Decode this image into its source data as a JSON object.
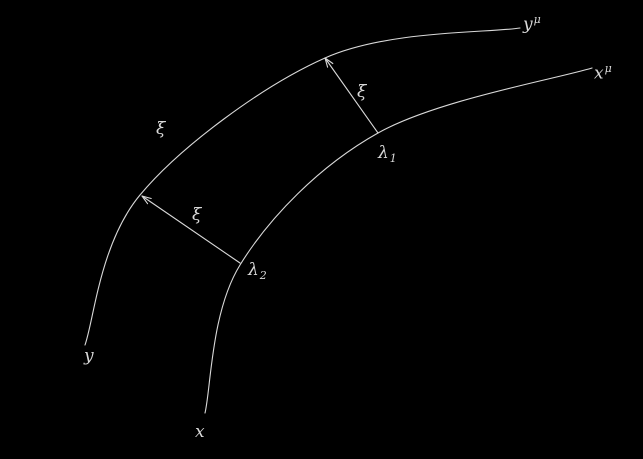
{
  "figure": {
    "colors": {
      "background": "#000000",
      "stroke": "#d9d9d9",
      "text": "#d9d9d9"
    }
  },
  "labels": {
    "y_mu": {
      "base": "y",
      "sup": "μ"
    },
    "x_mu": {
      "base": "x",
      "sup": "μ"
    },
    "xi_lambda1": "ξ",
    "xi_left": "ξ",
    "xi_lambda2": "ξ",
    "lambda_1": {
      "base": "λ",
      "sub": "1"
    },
    "lambda_2": {
      "base": "λ",
      "sub": "2"
    },
    "y_start": "y",
    "x_start": "x"
  }
}
